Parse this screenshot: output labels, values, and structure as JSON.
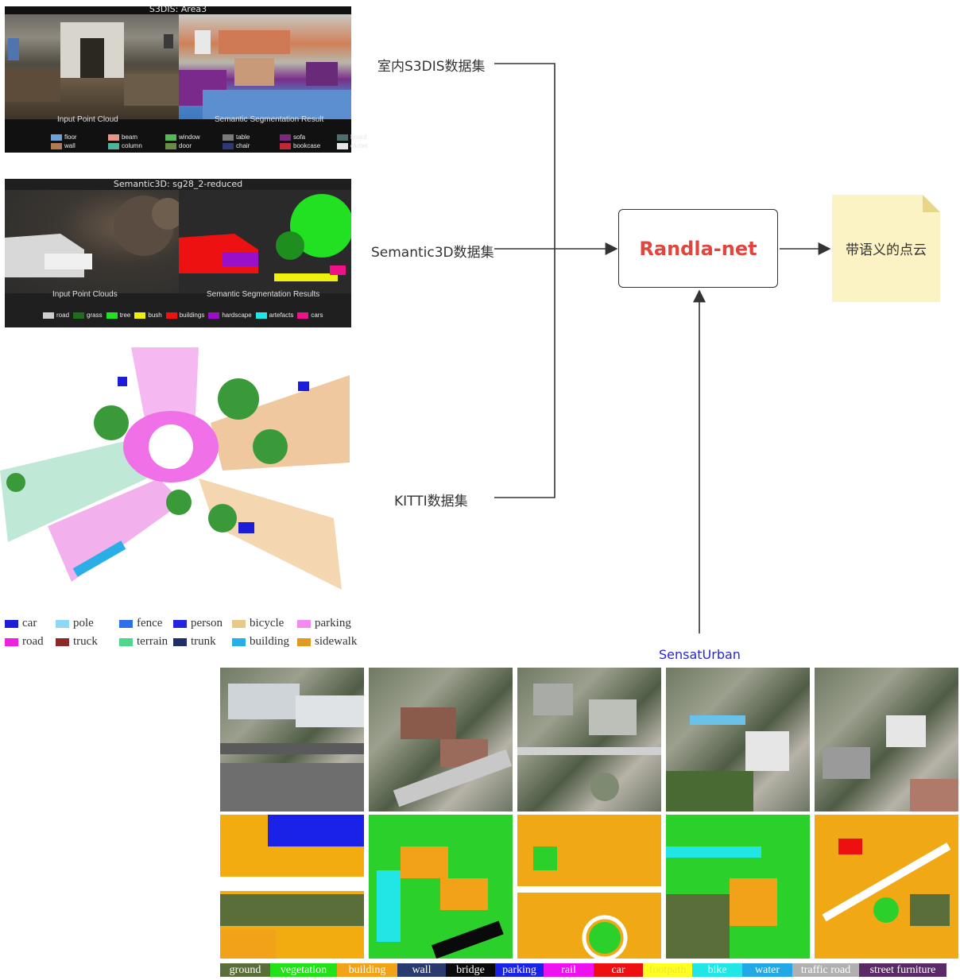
{
  "panels": {
    "s3dis": {
      "title": "S3DIS: Area3",
      "left_caption": "Input Point Cloud",
      "right_caption": "Semantic Segmentation Result",
      "legend": [
        {
          "label": "floor",
          "color": "#6fa3d6"
        },
        {
          "label": "beam",
          "color": "#e8968a"
        },
        {
          "label": "window",
          "color": "#55b65a"
        },
        {
          "label": "table",
          "color": "#7a7a7a"
        },
        {
          "label": "sofa",
          "color": "#7a2a7a"
        },
        {
          "label": "board",
          "color": "#4d6e6a"
        },
        {
          "label": "wall",
          "color": "#b07a55"
        },
        {
          "label": "column",
          "color": "#4fb39a"
        },
        {
          "label": "door",
          "color": "#6a8a45"
        },
        {
          "label": "chair",
          "color": "#2f3a73"
        },
        {
          "label": "bookcase",
          "color": "#c0283a"
        },
        {
          "label": "clutter",
          "color": "#e6e6e6"
        }
      ]
    },
    "semantic3d": {
      "title": "Semantic3D: sg28_2-reduced",
      "left_caption": "Input Point Clouds",
      "right_caption": "Semantic Segmentation Results",
      "legend": [
        {
          "label": "road",
          "color": "#cfcfcf"
        },
        {
          "label": "grass",
          "color": "#1e6e1e"
        },
        {
          "label": "tree",
          "color": "#22e022"
        },
        {
          "label": "bush",
          "color": "#f0f010"
        },
        {
          "label": "buildings",
          "color": "#ee1111"
        },
        {
          "label": "hardscape",
          "color": "#9a10c8"
        },
        {
          "label": "artefacts",
          "color": "#22e6e6"
        },
        {
          "label": "cars",
          "color": "#ee1188"
        }
      ]
    },
    "kitti": {
      "legend": [
        {
          "label": "car",
          "color": "#1d1dd8"
        },
        {
          "label": "pole",
          "color": "#8ed8f4"
        },
        {
          "label": "fence",
          "color": "#2f6ee8"
        },
        {
          "label": "person",
          "color": "#2424e0"
        },
        {
          "label": "bicycle",
          "color": "#e8c98a"
        },
        {
          "label": "parking",
          "color": "#f28af0"
        },
        {
          "label": "road",
          "color": "#f020e0"
        },
        {
          "label": "truck",
          "color": "#8a2a2a"
        },
        {
          "label": "terrain",
          "color": "#4fd68a"
        },
        {
          "label": "trunk",
          "color": "#1f2f66"
        },
        {
          "label": "building",
          "color": "#2aaee8"
        },
        {
          "label": "sidewalk",
          "color": "#e09a22"
        }
      ]
    }
  },
  "datasets": {
    "s3dis_label": "室内S3DIS数据集",
    "semantic3d_label": "Semantic3D数据集",
    "kitti_label": "KITTI数据集",
    "sensat_label": "SensatUrban"
  },
  "model": {
    "name": "Randla-net"
  },
  "output": {
    "label": "带语义的点云"
  },
  "sensat": {
    "legend": [
      {
        "label": "ground",
        "bg": "#5a6e3a",
        "fg": "#ffffff"
      },
      {
        "label": "vegetation",
        "bg": "#22e01a",
        "fg": "#ffffff"
      },
      {
        "label": "building",
        "bg": "#f2a218",
        "fg": "#ffffff"
      },
      {
        "label": "wall",
        "bg": "#2a3a6e",
        "fg": "#ffffff"
      },
      {
        "label": "bridge",
        "bg": "#0a0a0a",
        "fg": "#ffffff"
      },
      {
        "label": "parking",
        "bg": "#1a22e8",
        "fg": "#ffffff"
      },
      {
        "label": "rail",
        "bg": "#ee10ee",
        "fg": "#ffffff"
      },
      {
        "label": "car",
        "bg": "#ee1010",
        "fg": "#ffffff"
      },
      {
        "label": "footpath",
        "bg": "#ffff22",
        "fg": "#e8e830"
      },
      {
        "label": "bike",
        "bg": "#22e6e6",
        "fg": "#e6ffff"
      },
      {
        "label": "water",
        "bg": "#22a8e6",
        "fg": "#ffffff"
      },
      {
        "label": "traffic road",
        "bg": "#b0b0b0",
        "fg": "#ffffff"
      },
      {
        "label": "street furniture",
        "bg": "#5a2a66",
        "fg": "#ffffff"
      }
    ]
  }
}
